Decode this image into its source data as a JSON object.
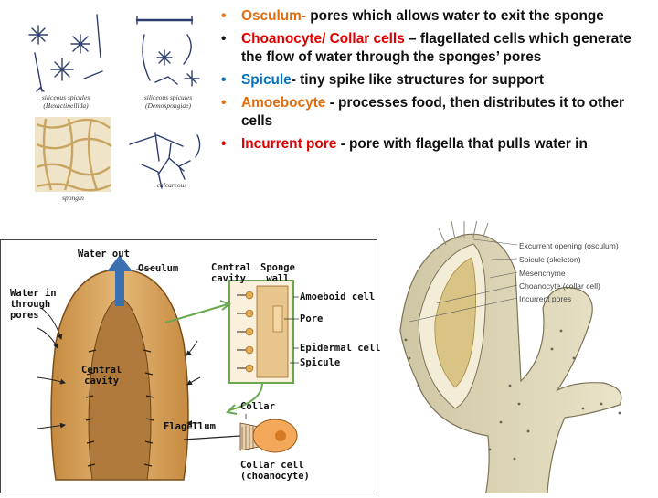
{
  "spicules": {
    "captions": {
      "hexactinellida": "siliceous spicules\n(Hexactinellida)",
      "demospongiae": "siliceous spicules\n(Demospongiae)",
      "spongin": "spongin",
      "calcareous": "calcareous"
    }
  },
  "bullets": [
    {
      "symbol": "•",
      "term": "Osculum-",
      "term_color": "orange",
      "text": " pores which allows water to exit the sponge"
    },
    {
      "symbol": "•",
      "term": " Choanocyte/ Collar cells",
      "term_color": "red",
      "text": " – flagellated cells which generate the flow of water through the sponges’ pores"
    },
    {
      "symbol": "•",
      "term": "Spicule",
      "term_color": "blue",
      "text": "- tiny spike like structures for support"
    },
    {
      "symbol": "•",
      "term": "Amoebocyte",
      "term_color": "orange",
      "text": " - processes food, then distributes it to other cells"
    },
    {
      "symbol": "•",
      "term": "Incurrent pore",
      "term_color": "red",
      "text": " - pore with flagella that pulls water in"
    }
  ],
  "sponge_diagram": {
    "labels": {
      "water_out": "Water out",
      "osculum": "Osculum",
      "water_in": "Water in\nthrough\npores",
      "central_cavity": "Central\ncavity",
      "inset_central_cavity": "Central\ncavity",
      "sponge_wall": "Sponge\nwall",
      "amoeboid_cell": "Amoeboid cell",
      "pore": "Pore",
      "epidermal_cell": "Epidermal cell",
      "spicule": "Spicule",
      "collar": "Collar",
      "flagellum": "Flagellum",
      "collar_cell": "Collar cell\n(choanocyte)"
    }
  },
  "anatomy": {
    "labels": [
      "Excurrent opening (osculum)",
      "Spicule (skeleton)",
      "Mesenchyme",
      "Choanocyte (collar cell)",
      "Incurrent pores"
    ]
  },
  "colors": {
    "orange": "#e46c0a",
    "red": "#e00000",
    "blue": "#0070c0",
    "sponge_tan": "#d9a35a",
    "arrow_blue": "#3a6fb0",
    "arrow_green": "#6aa84f"
  }
}
